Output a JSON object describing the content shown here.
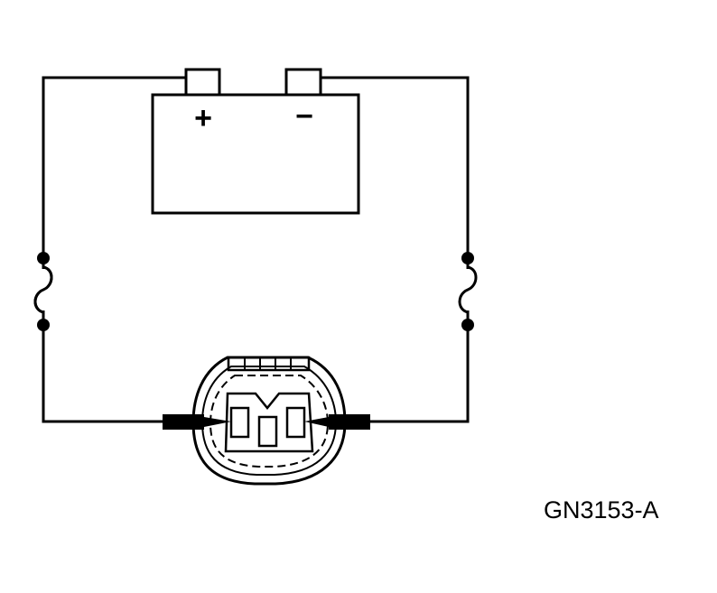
{
  "battery": {
    "positive_label": "+",
    "negative_label": "−"
  },
  "figure": {
    "id": "GN3153-A"
  },
  "colors": {
    "ink": "#000000",
    "background": "#ffffff"
  },
  "components": [
    "battery",
    "fused-jumper-left",
    "fused-jumper-right",
    "connector"
  ]
}
